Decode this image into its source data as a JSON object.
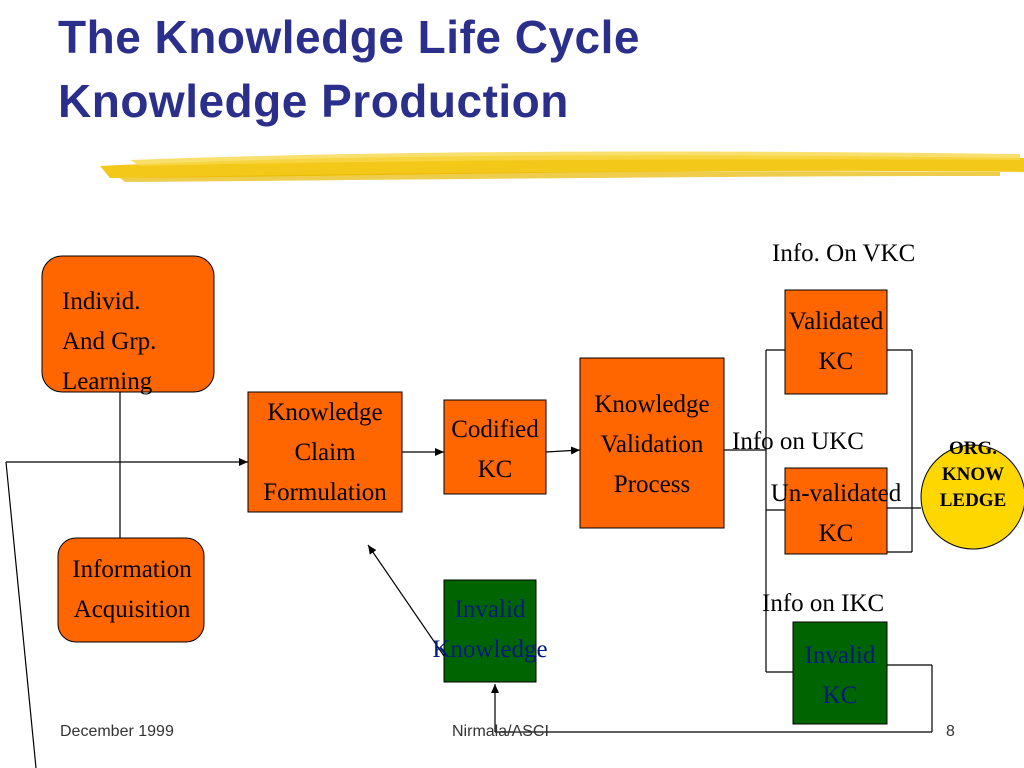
{
  "slide": {
    "title_line1": "The Knowledge Life Cycle",
    "title_line2": "Knowledge Production"
  },
  "colors": {
    "title": "#2b2f8c",
    "orange_box": "#ff6600",
    "green_box": "#006400",
    "circle": "#ffd700",
    "brush": "#f2c200"
  },
  "nodes": {
    "individ_line1": "Individ.",
    "individ_line2": "And Grp.",
    "individ_line3": "Learning",
    "info_acq_line1": "Information",
    "info_acq_line2": "Acquisition",
    "kcf_line1": "Knowledge",
    "kcf_line2": "Claim",
    "kcf_line3": "Formulation",
    "codified_line1": "Codified",
    "codified_line2": "KC",
    "kvp_line1": "Knowledge",
    "kvp_line2": "Validation",
    "kvp_line3": "Process",
    "invalid_knowledge_line1": "Invalid",
    "invalid_knowledge_line2": "Knowledge",
    "validated_line1": "Validated",
    "validated_line2": "KC",
    "unvalidated_line1": "Un-validated",
    "unvalidated_line2": "KC",
    "invalid_kc_line1": "Invalid",
    "invalid_kc_line2": "KC",
    "org_line1": "ORG.",
    "org_line2": "KNOW",
    "org_line3": "LEDGE"
  },
  "labels": {
    "info_vkc": "Info. On VKC",
    "info_ukc": "Info on UKC",
    "info_ikc": "Info on IKC"
  },
  "footer": {
    "date": "December 1999",
    "author": "Nirmala/ASCI",
    "page": "8"
  }
}
